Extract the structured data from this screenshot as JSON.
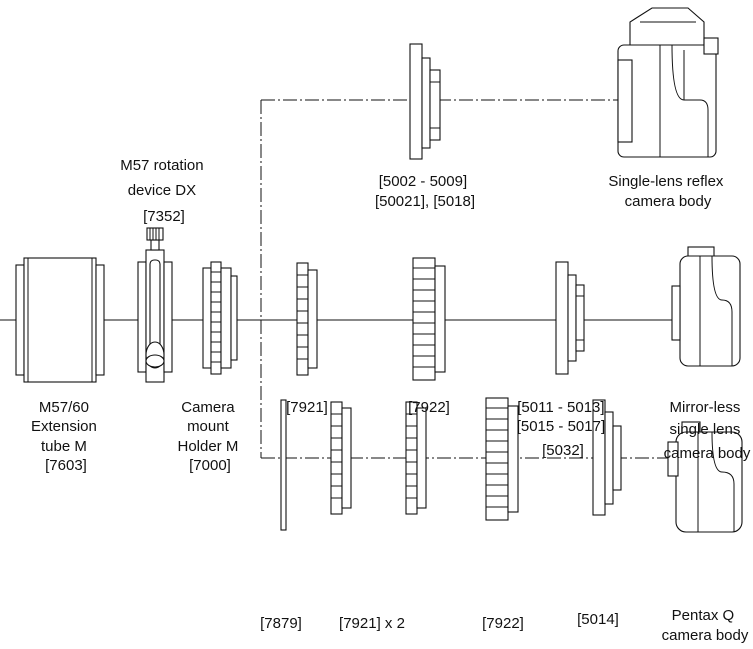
{
  "labels": {
    "rotation_device": [
      "M57 rotation",
      "device DX",
      "[7352]"
    ],
    "extension_tube": [
      "M57/60",
      "Extension",
      "tube M",
      "[7603]"
    ],
    "camera_mount_holder": [
      "Camera",
      "mount",
      "Holder M",
      "[7000]"
    ],
    "row1_adapter": [
      "[5002 - 5009]",
      "[50021], [5018]"
    ],
    "slr_body": [
      "Single-lens reflex",
      "camera body"
    ],
    "row2_7921": "[7921]",
    "row2_7922": "[7922]",
    "row2_adapter": [
      "[5011 - 5013]",
      "[5015 - 5017]",
      "[5032]"
    ],
    "mirrorless_body": [
      "Mirror-less",
      "single lens",
      "camera body"
    ],
    "row3_7879": "[7879]",
    "row3_7921x2": "[7921] x 2",
    "row3_7922": "[7922]",
    "row3_5014": "[5014]",
    "pentax_body": [
      "Pentax Q",
      "camera body"
    ]
  }
}
